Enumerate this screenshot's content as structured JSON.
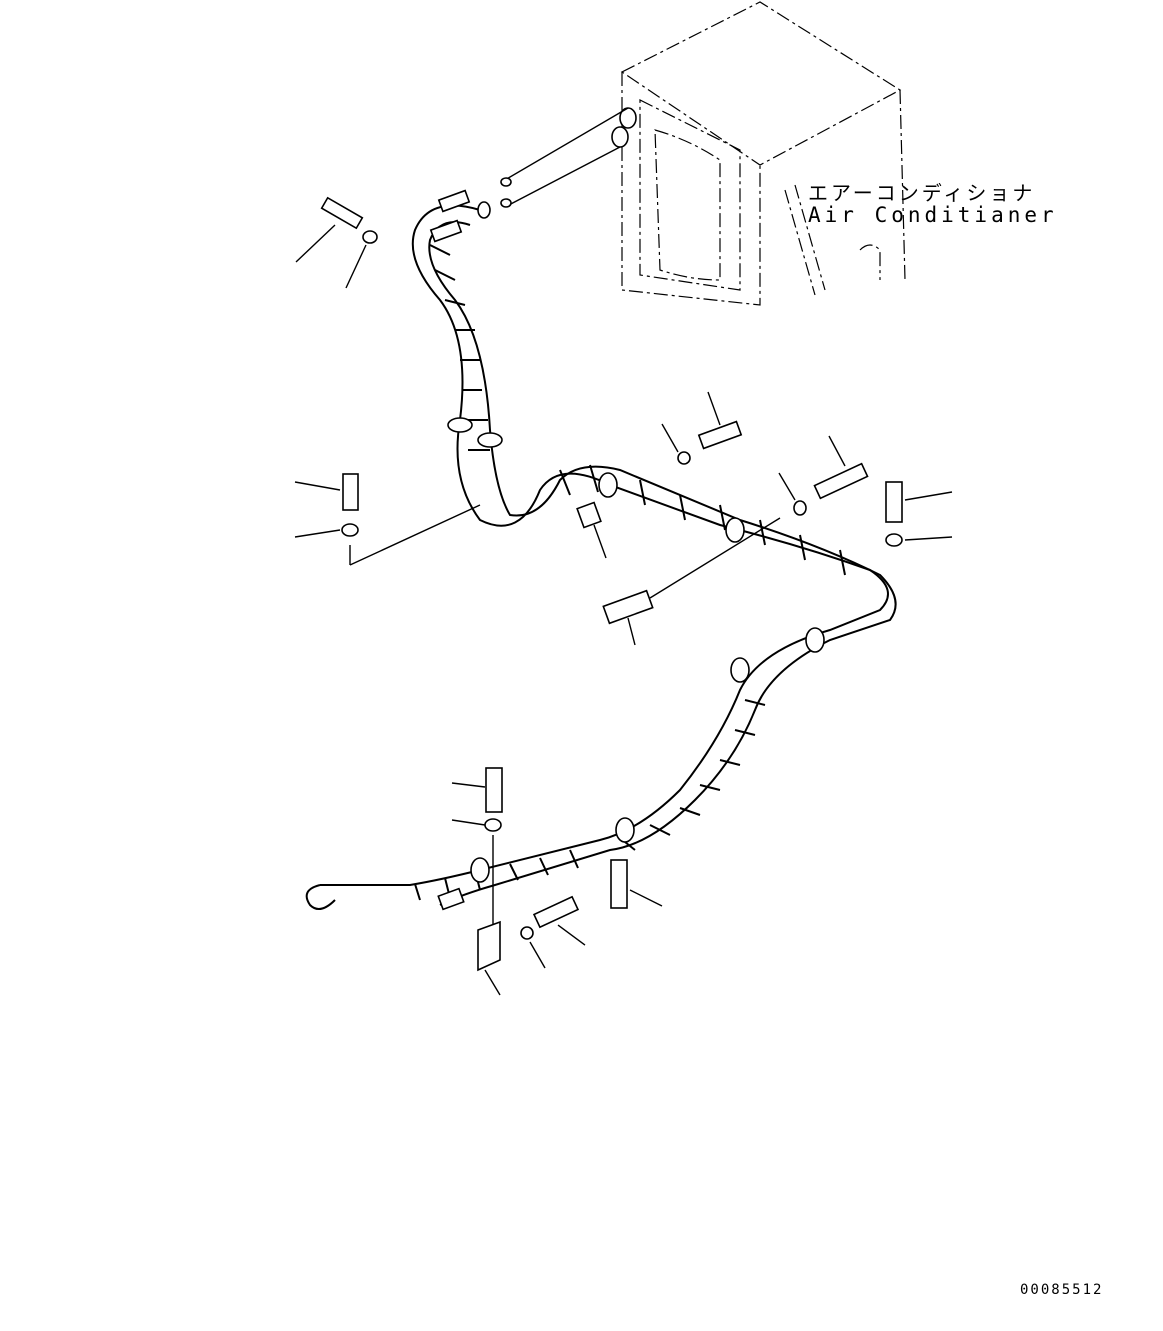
{
  "labels": {
    "component_jp": "エアーコンディショナ",
    "component_en": "Air Conditianer",
    "drawing_number": "00085512"
  },
  "colors": {
    "ink": "#000000",
    "background": "#ffffff"
  }
}
